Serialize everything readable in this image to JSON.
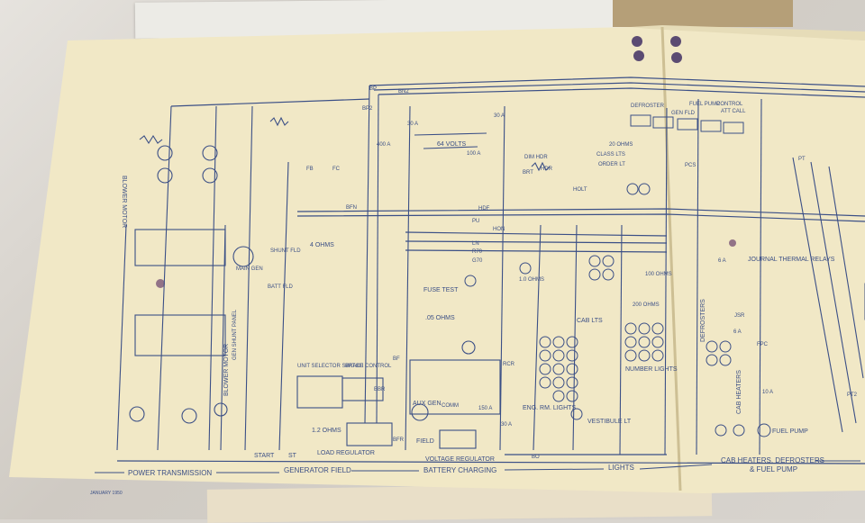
{
  "labels": {
    "blower_motor_left": "BLOWER MOTOR",
    "blower_motor_right": "BLOWER MOTOR",
    "main_gen": "MAIN GEN",
    "gen_shunt_panel": "GEN SHUNT PANEL",
    "shunt_fld": "SHUNT FLD",
    "batt_fld": "BATT FLD",
    "four_ohms": "4 OHMS",
    "unit_selector_switch": "UNIT SELECTOR SWITCH",
    "brake_control": "BRAKE CONTROL",
    "one_two_ohms": "1.2 OHMS",
    "load_regulator": "LOAD REGULATOR",
    "start": "START",
    "st": "ST",
    "sixty_four_volts": "64 VOLTS",
    "four_hundred_a": "400 A",
    "thirty_a_top": "30 A",
    "thirty_a_small": "30 A",
    "hundred_a": "100 A",
    "fuse_test": "FUSE TEST",
    "point05_ohms": ".05 OHMS",
    "aux_gen": "AUX GEN",
    "comm": "COMM",
    "field": "FIELD",
    "one_fifty_a": "150 A",
    "thirty_a_lower": "30 A",
    "voltage_regulator": "VOLTAGE REGULATOR",
    "dim_hdr": "DIM HDR",
    "hdr": "HDR",
    "brt": "BRT",
    "class_lts": "CLASS LTS",
    "order_lt": "ORDER LT",
    "holt": "HOLT",
    "twenty_ohms": "20 OHMS",
    "ten_ohms": "1.0 OHMS",
    "two_hundred_ohms": "200 OHMS",
    "hundred_ohms": "100 OHMS",
    "cab_lts": "CAB LTS",
    "eng_rm_lights": "ENG. RM. LIGHTS",
    "vestibule_lt": "VESTIBULE LT",
    "number_lights": "NUMBER LIGHTS",
    "defroster": "DEFROSTER",
    "fuel_pump_top": "FUEL PUMP",
    "gen_fld": "GEN FLD",
    "control": "CONTROL",
    "att_call": "ATT CALL",
    "pcs": "PCS",
    "journal_thermal_relays": "JOURNAL THERMAL RELAYS",
    "defrosters": "DEFROSTERS",
    "cab_heaters": "CAB HEATERS",
    "fuel_pump": "FUEL PUMP",
    "ten_a": "10 A",
    "six_a": "6 A",
    "six_a_2": "6 A",
    "jsr": "JSR",
    "fpc": "FPC",
    "bfr": "BFR",
    "bbr": "BBR",
    "rcr": "RCR",
    "bo": "BO",
    "bfn": "BFN",
    "fb": "FB",
    "fc": "FC",
    "bf": "BF",
    "bp": "BP",
    "bn2": "BN2",
    "bp2": "BP2",
    "hdf": "HDF",
    "pu": "PU",
    "hon": "HON",
    "ln": "LN",
    "g70": "G70",
    "r70": "R70",
    "pt": "PT",
    "pt2": "PT2",
    "print_date": "JANUARY 1950"
  },
  "sections": {
    "power_transmission": "POWER TRANSMISSION",
    "generator_field": "GENERATOR FIELD",
    "battery_charging": "BATTERY CHARGING",
    "lights": "LIGHTS",
    "cab_heaters_defrosters": "CAB HEATERS, DEFROSTERS",
    "fuel_pump_section": "& FUEL PUMP"
  },
  "colors": {
    "paper": "#f1e8c6",
    "ink": "#3b4f86",
    "backdrop": "#d9d5cf"
  }
}
